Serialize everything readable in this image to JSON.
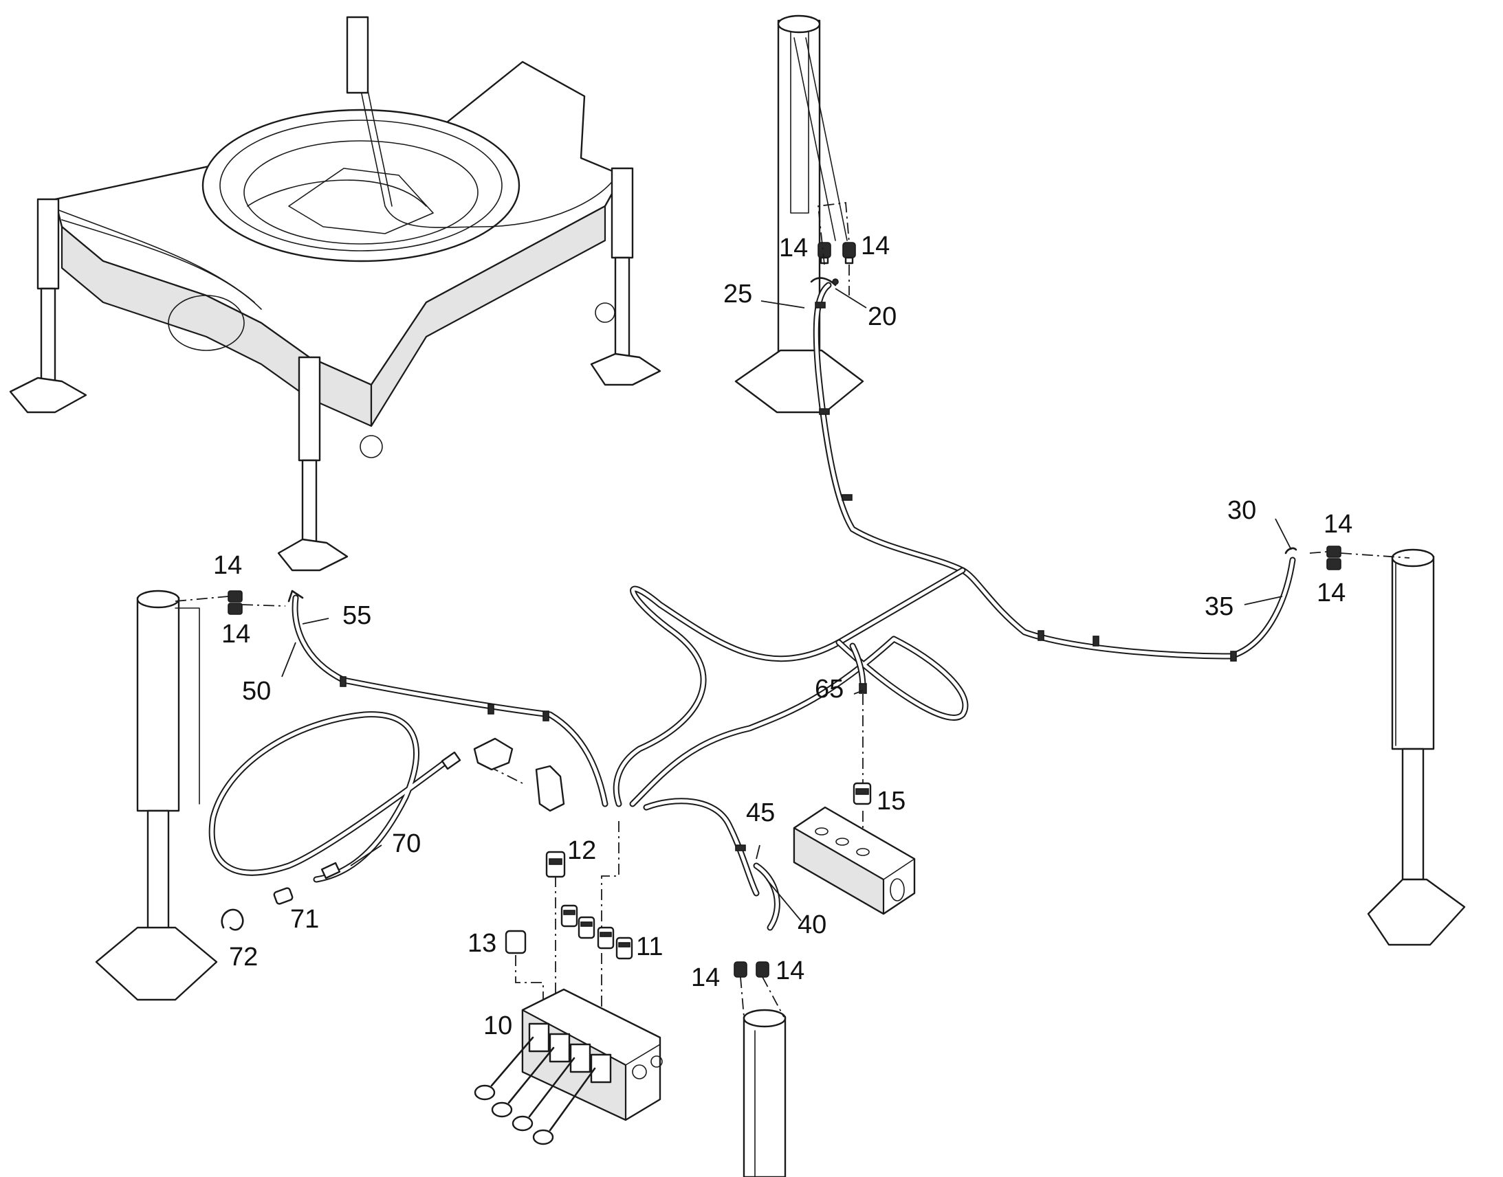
{
  "diagram": {
    "callouts": [
      {
        "id": "c10",
        "text": "10"
      },
      {
        "id": "c11",
        "text": "11"
      },
      {
        "id": "c12",
        "text": "12"
      },
      {
        "id": "c13",
        "text": "13"
      },
      {
        "id": "c14a",
        "text": "14"
      },
      {
        "id": "c14b",
        "text": "14"
      },
      {
        "id": "c14c",
        "text": "14"
      },
      {
        "id": "c14d",
        "text": "14"
      },
      {
        "id": "c14e",
        "text": "14"
      },
      {
        "id": "c14f",
        "text": "14"
      },
      {
        "id": "c14g",
        "text": "14"
      },
      {
        "id": "c14h",
        "text": "14"
      },
      {
        "id": "c15",
        "text": "15"
      },
      {
        "id": "c20",
        "text": "20"
      },
      {
        "id": "c25",
        "text": "25"
      },
      {
        "id": "c30",
        "text": "30"
      },
      {
        "id": "c35",
        "text": "35"
      },
      {
        "id": "c40",
        "text": "40"
      },
      {
        "id": "c45",
        "text": "45"
      },
      {
        "id": "c50",
        "text": "50"
      },
      {
        "id": "c55",
        "text": "55"
      },
      {
        "id": "c65",
        "text": "65"
      },
      {
        "id": "c70",
        "text": "70"
      },
      {
        "id": "c71",
        "text": "71"
      },
      {
        "id": "c72",
        "text": "72"
      }
    ]
  }
}
